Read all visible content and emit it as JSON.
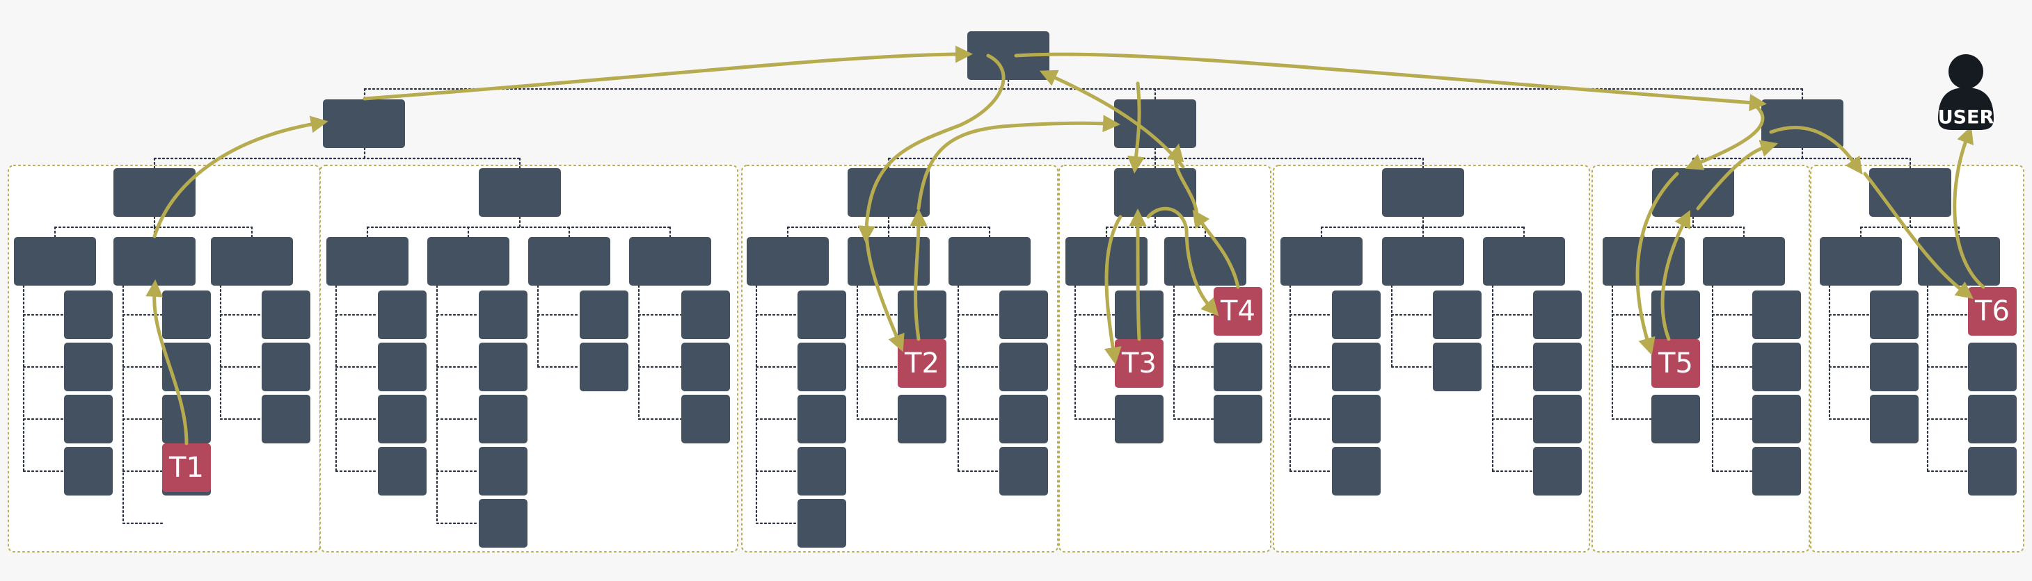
{
  "colors": {
    "node": "#435160",
    "target_node": "#b3475c",
    "path": "#b7ab4f",
    "region_border": "#b7ad52",
    "tree_line": "#2a3140",
    "background": "#f7f7f8",
    "user_icon": "#161b22"
  },
  "user": {
    "icon": "user-icon",
    "label": "USER"
  },
  "targets": [
    {
      "id": "t1",
      "label": "T1"
    },
    {
      "id": "t2",
      "label": "T2"
    },
    {
      "id": "t3",
      "label": "T3"
    },
    {
      "id": "t4",
      "label": "T4"
    },
    {
      "id": "t5",
      "label": "T5"
    },
    {
      "id": "t6",
      "label": "T6"
    }
  ]
}
